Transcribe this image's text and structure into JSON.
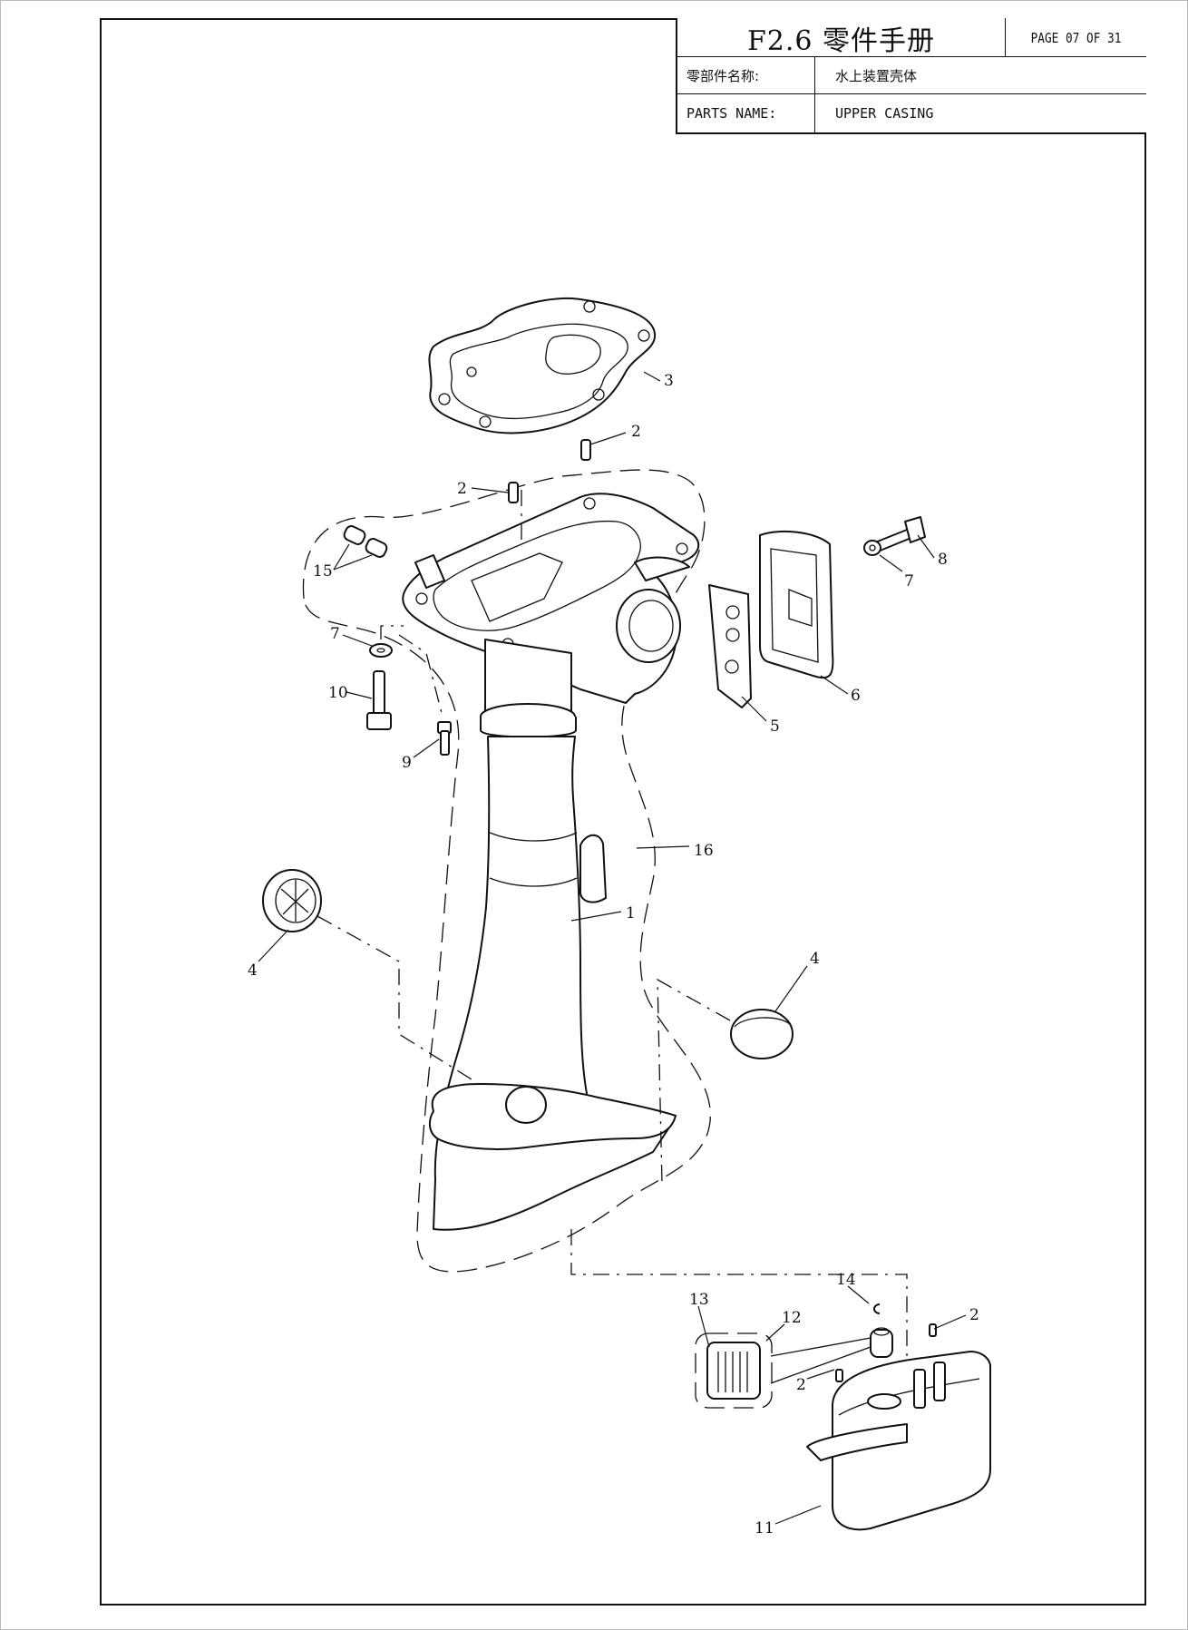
{
  "title_block": {
    "title": "F2.6 零件手册",
    "page": "PAGE 07 OF 31",
    "name_label_cn": "零部件名称:",
    "name_value_cn": "水上装置壳体",
    "name_label_en": "PARTS NAME:",
    "name_value_en": "UPPER CASING"
  },
  "callouts": {
    "c1": "1",
    "c2a": "2",
    "c2b": "2",
    "c2c": "2",
    "c2d": "2",
    "c3": "3",
    "c4a": "4",
    "c4b": "4",
    "c5": "5",
    "c6": "6",
    "c7a": "7",
    "c7b": "7",
    "c8": "8",
    "c9": "9",
    "c10": "10",
    "c11": "11",
    "c12": "12",
    "c13": "13",
    "c14": "14",
    "c15": "15",
    "c16": "16"
  }
}
